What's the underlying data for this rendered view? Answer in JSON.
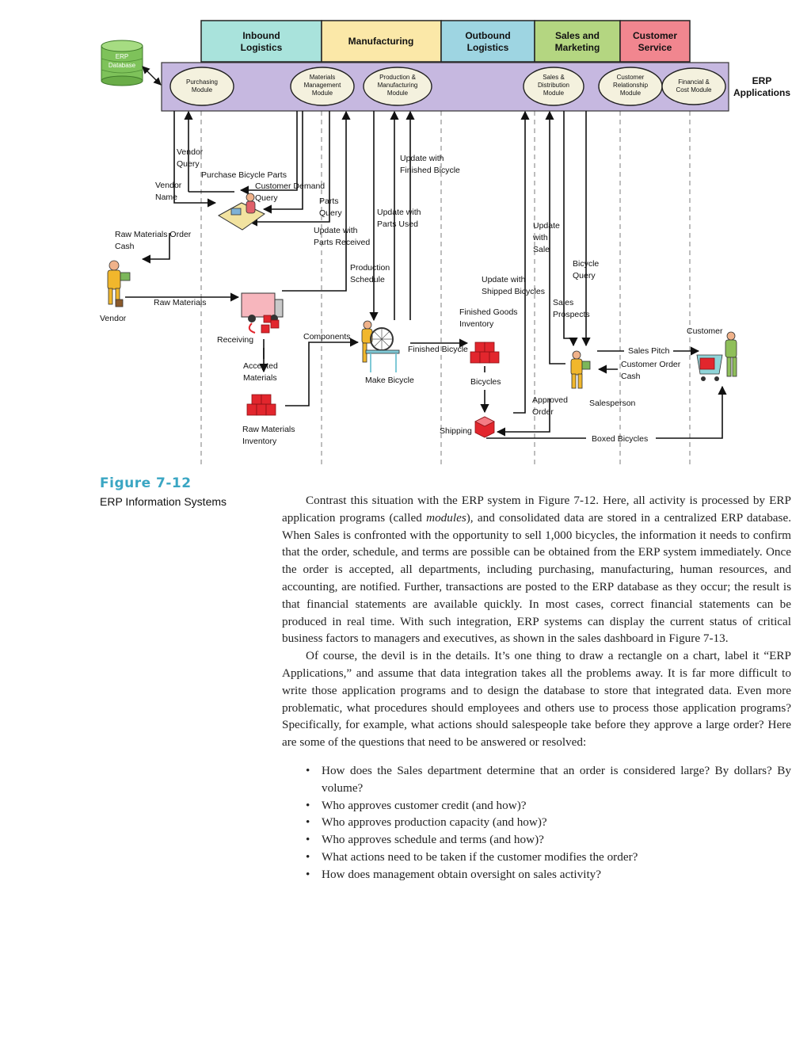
{
  "diagram": {
    "db_label": [
      "ERP",
      "Database"
    ],
    "erp_label": [
      "ERP",
      "Applications"
    ],
    "departments": [
      {
        "lines": [
          "Inbound",
          "Logistics"
        ],
        "color": "#a9e3dc"
      },
      {
        "lines": [
          "Manufacturing"
        ],
        "color": "#fbe8a8"
      },
      {
        "lines": [
          "Outbound",
          "Logistics"
        ],
        "color": "#9ed5e2"
      },
      {
        "lines": [
          "Sales and",
          "Marketing"
        ],
        "color": "#b4d681"
      },
      {
        "lines": [
          "Customer",
          "Service"
        ],
        "color": "#f1868f"
      }
    ],
    "modules": [
      [
        "Purchasing",
        "Module"
      ],
      [
        "Materials",
        "Management",
        "Module"
      ],
      [
        "Production &",
        "Manufacturing",
        "Module"
      ],
      [
        "Sales &",
        "Distribution",
        "Module"
      ],
      [
        "Customer",
        "Relationship",
        "Module"
      ],
      [
        "Financial &",
        "Cost Module"
      ]
    ],
    "labels": [
      [
        "Vendor",
        "Query"
      ],
      [
        "Purchase Bicycle Parts"
      ],
      [
        "Vendor",
        "Name"
      ],
      [
        "Customer Demand",
        "Query"
      ],
      [
        "Parts",
        "Query"
      ],
      [
        "Update with",
        "Parts Received"
      ],
      [
        "Raw Materials Order",
        "Cash"
      ],
      [
        "Update with",
        "Finished Bicycle"
      ],
      [
        "Update with",
        "Parts Used"
      ],
      [
        "Production",
        "Schedule"
      ],
      [
        "Update",
        "with",
        "Sale"
      ],
      [
        "Bicycle",
        "Query"
      ],
      [
        "Update with",
        "Shipped Bicycles"
      ],
      [
        "Sales",
        "Prospects"
      ],
      [
        "Finished Goods",
        "Inventory"
      ],
      [
        "Vendor"
      ],
      [
        "Raw Materials"
      ],
      [
        "Receiving"
      ],
      [
        "Components"
      ],
      [
        "Finished Bicycle"
      ],
      [
        "Accepted",
        "Materials"
      ],
      [
        "Make Bicycle"
      ],
      [
        "Bicycles"
      ],
      [
        "Customer"
      ],
      [
        "Sales Pitch"
      ],
      [
        "Customer Order",
        "Cash"
      ],
      [
        "Approved",
        "Order"
      ],
      [
        "Salesperson"
      ],
      [
        "Raw Materials",
        "Inventory"
      ],
      [
        "Shipping"
      ],
      [
        "Boxed Bicycles"
      ]
    ]
  },
  "caption": {
    "title": "Figure 7-12",
    "subtitle": "ERP Information Systems"
  },
  "body": {
    "p1_a": "Contrast this situation with the ERP system in Figure 7-12. Here, all activity is processed by ERP application programs (called ",
    "p1_em": "modules",
    "p1_b": "), and consolidated data are stored in a centralized ERP database. When Sales is confronted with the opportunity to sell 1,000 bicycles, the information it needs to confirm that the order, schedule, and terms are possible can be obtained from the ERP system immediately. Once the order is accepted, all departments, including purchasing, manufacturing, human resources, and accounting, are notified. Further, transactions are posted to the ERP database as they occur; the result is that financial statements are available quickly. In most cases, correct financial statements can be produced in real time. With such integration, ERP systems can display the current status of critical business factors to managers and executives, as shown in the sales dashboard in Figure 7-13.",
    "p2": "Of course, the devil is in the details. It’s one thing to draw a rectangle on a chart, label it “ERP Applications,” and assume that data integration takes all the problems away. It is far more difficult to write those application programs and to design the database to store that integrated data. Even more problematic, what procedures should employees and others use to process those application programs? Specifically, for example, what actions should salespeople take before they approve a large order? Here are some of the questions that need to be answered or resolved:",
    "bullets": [
      "How does the Sales department determine that an order is considered large? By dollars? By volume?",
      "Who approves customer credit (and how)?",
      "Who approves production capacity (and how)?",
      "Who approves schedule and terms (and how)?",
      "What actions need to be taken if the customer modifies the order?",
      "How does management obtain oversight on sales activity?"
    ]
  }
}
